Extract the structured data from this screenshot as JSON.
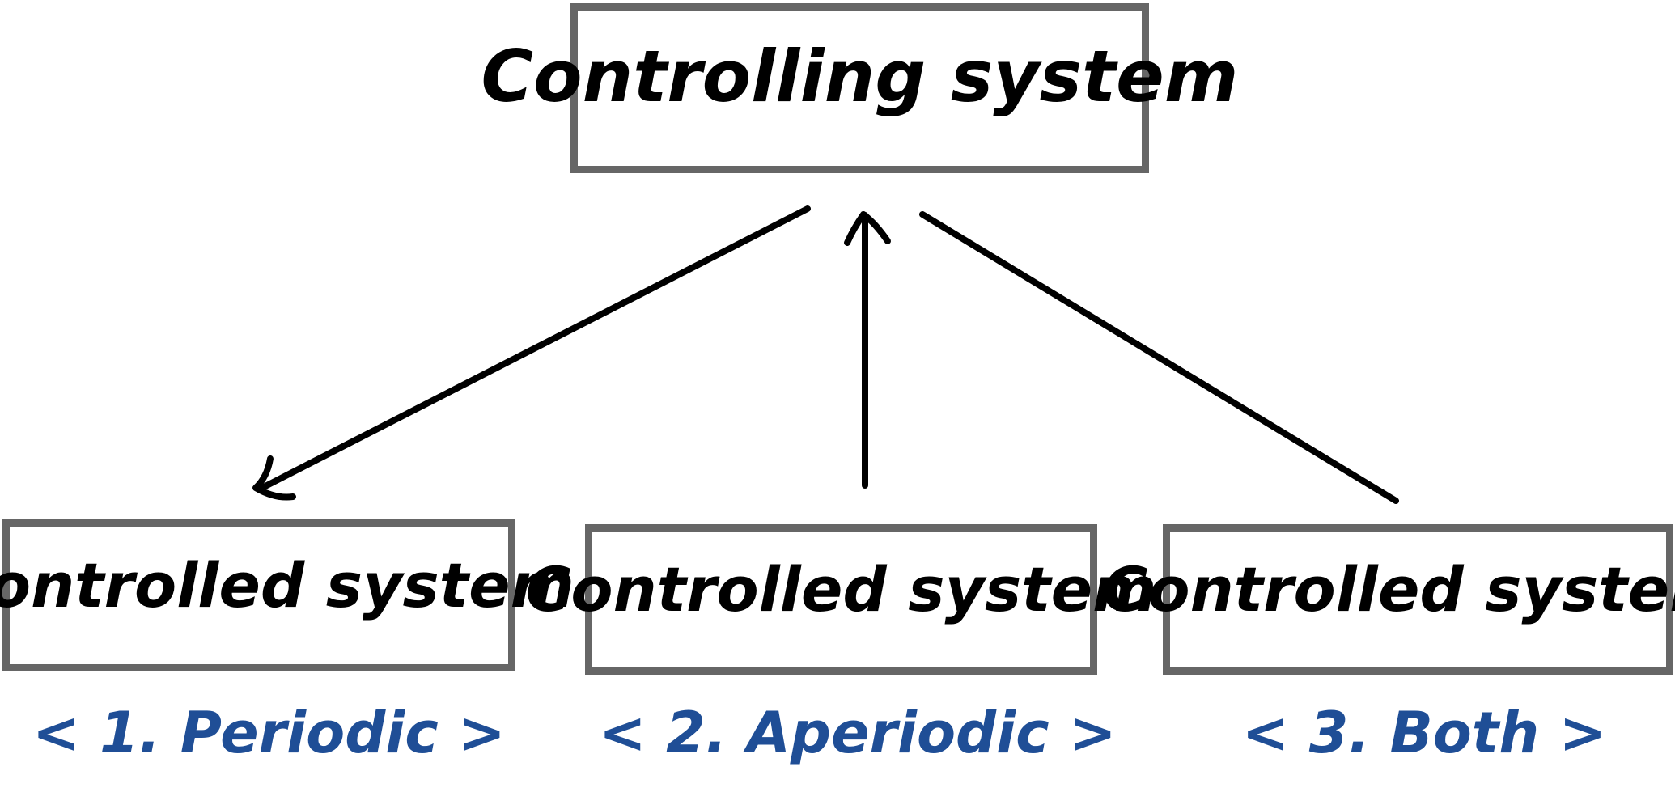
{
  "diagram": {
    "top_node": {
      "label": "Controlling system"
    },
    "child_nodes": [
      {
        "label": "Controlled system",
        "caption": "< 1. Periodic >"
      },
      {
        "label": "Controlled system",
        "caption": "< 2. Aperiodic >"
      },
      {
        "label": "Controlled system",
        "caption": "< 3. Both >"
      }
    ],
    "edges": [
      {
        "from": "controlling-system",
        "to": "controlled-system-1",
        "arrowhead": "at-child"
      },
      {
        "from": "controlled-system-2",
        "to": "controlling-system",
        "arrowhead": "at-parent"
      },
      {
        "from": "controlling-system",
        "to": "controlled-system-3",
        "arrowhead": "none"
      }
    ],
    "colors": {
      "box_border": "#666666",
      "line": "#000000",
      "caption": "#1f4e96"
    }
  }
}
